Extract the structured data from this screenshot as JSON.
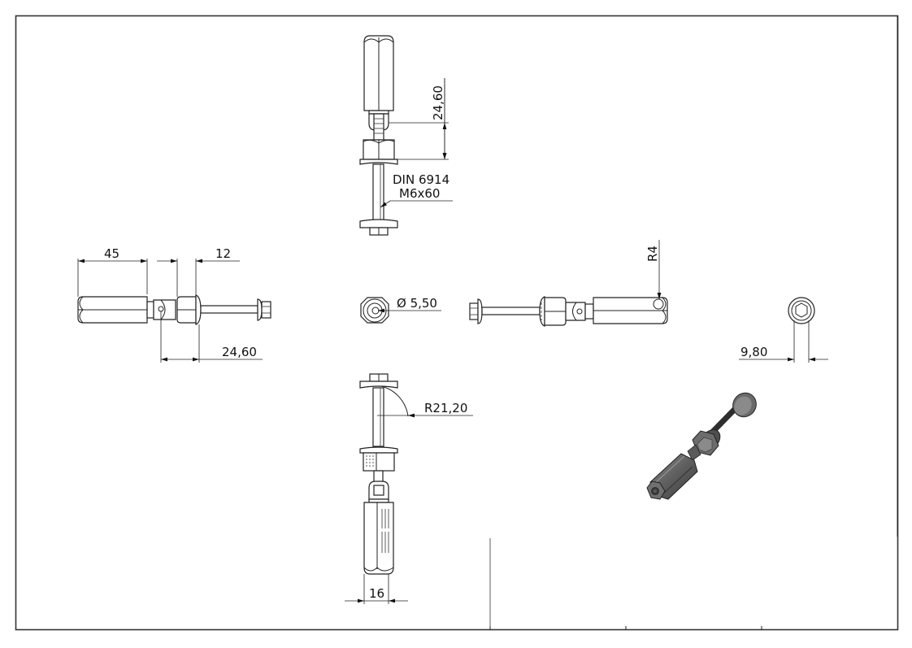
{
  "drawing": {
    "type": "technical-drawing",
    "views": [
      "top",
      "left",
      "front",
      "right",
      "end",
      "bottom",
      "isometric"
    ],
    "dimensions": {
      "top_length": "24,60",
      "top_callout_line1": "DIN 6914",
      "top_callout_line2": "M6x60",
      "left_grip_length": "45",
      "left_nut_width": "12",
      "left_offset": "24,60",
      "front_diameter": "Ø 5,50",
      "right_radius": "R4",
      "end_width": "9,80",
      "bottom_radius": "R21,20",
      "bottom_width": "16"
    },
    "colors": {
      "line": "#222222",
      "paper": "#ffffff",
      "frame": "#333333",
      "iso_dark": "#4a4a4a",
      "iso_mid": "#6e6e6e",
      "iso_light": "#9a9a9a"
    }
  }
}
